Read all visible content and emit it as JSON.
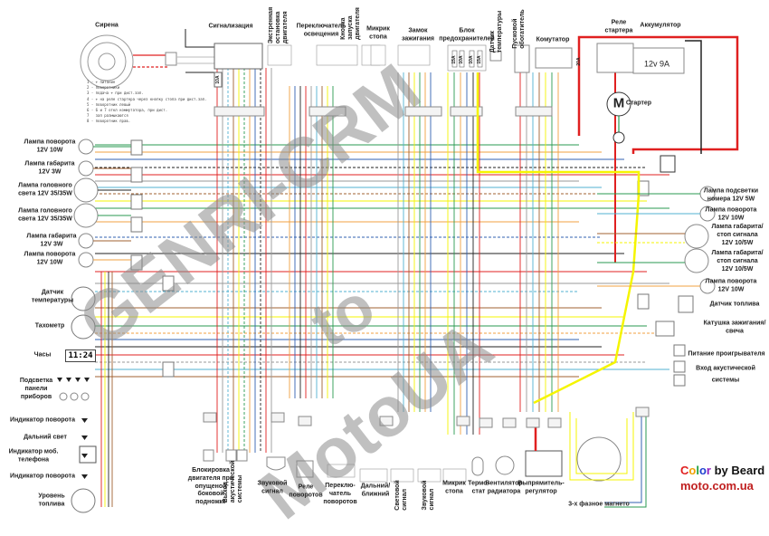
{
  "title_labels": {
    "siren": "Сирена",
    "alarm": "Сигнализация",
    "emergency_stop": "Экстренная\nостановка\nдвигателя",
    "light_switch": "Переключатель\nосвещения",
    "start_button": "Кнопка\nзапуска\nдвигателя",
    "brake_switch_top": "Микрик\nстопа",
    "ignition": "Замок\nзажигания",
    "fuse_block": "Блок\nпредохранителей",
    "temp_sensor_top": "Датчик\nтемпературы",
    "choke": "Пусковой\nобогатитель",
    "cdi": "Комутатор",
    "starter_relay": "Реле\nстартера",
    "battery": "Аккумулятор",
    "battery_spec": "12v 9A",
    "starter": "Стартер",
    "starter_symbol": "M",
    "fuse_main": "20A",
    "fuse_alarm": "10A",
    "fuses": [
      "15A",
      "10A",
      "10A",
      "15A"
    ]
  },
  "alarm_legend": [
    "1 - + питание",
    "2 - поворотники",
    "3 - подача + при дист.зап.",
    "4 - + на реле стартера через кнопку стопа при дист.зап.",
    "5 - поворотник левый",
    "6 - 6 и 7 откл коммутатора, при дист.",
    "7   зап размыкаются",
    "8 - поворотник прав."
  ],
  "left_labels": [
    "Лампа поворота\n12V 10W",
    "Лампа габарита\n12V 3W",
    "Лампа головного\nсвета 12V 35/35W",
    "Лампа головного\nсвета 12V 35/35W",
    "Лампа габарита\n12V 3W",
    "Лампа поворота\n12V 10W",
    "Датчик\nтемпературы",
    "Тахометр",
    "Часы",
    "Подсветка\nпанели\nприборов",
    "Индикатор поворота",
    "Дальний свет",
    "Индикатор моб.\nтелефона",
    "Индикатор поворота",
    "Уровень\nтоплива"
  ],
  "clock_display": "11:24",
  "right_labels": [
    "Лампа подсветки\nномера 12V 5W",
    "Лампа поворота\n12V 10W",
    "Лампа габарита/\nстоп сигнала\n12V 10/5W",
    "Лампа габарита/\nстоп сигнала\n12V 10/5W",
    "Лампа поворота\n12V 10W",
    "Датчик топлива",
    "Катушка зажигания/\nсвеча",
    "Питание проигрывателя",
    "Вход акустической\nсистемы"
  ],
  "bottom_labels": {
    "kill_stand": "Блокировка\nдвигателя при\nопущеной\nбоковой\nподножке",
    "audio_out": "Выход\nакустической\nсистемы",
    "horn": "Звуковой\nсигнал",
    "turn_relay": "Реле\nповоротов",
    "turn_switch": "Переклю-\nчатель\nповоротов",
    "hi_lo": "Дальний/\nближний",
    "pass_signal": "Световой\nсигнал",
    "horn_button": "Звуковой\nсигнал",
    "brake_switch": "Микрик\nстопа",
    "thermostat": "Термо-\nстат",
    "fan": "Вентилятор\nрадиатора",
    "regulator": "Выпрямитель-\nрегулятор",
    "magneto": "3-х фазное магнето"
  },
  "brand": {
    "line1_parts": [
      "C",
      "o",
      "l",
      "o",
      "r",
      " by Beard"
    ],
    "line2": "moto.com.ua"
  },
  "watermark": [
    "GENRI-CRM",
    "to",
    "MotoUA"
  ],
  "colors": {
    "red": "#e02020",
    "yellow": "#f5f500",
    "green": "#2a9a50",
    "blue": "#3060b0",
    "orange": "#f0a040",
    "black": "#222222",
    "grey": "#999999",
    "cyan": "#50b0d0",
    "brown": "#a06030"
  }
}
